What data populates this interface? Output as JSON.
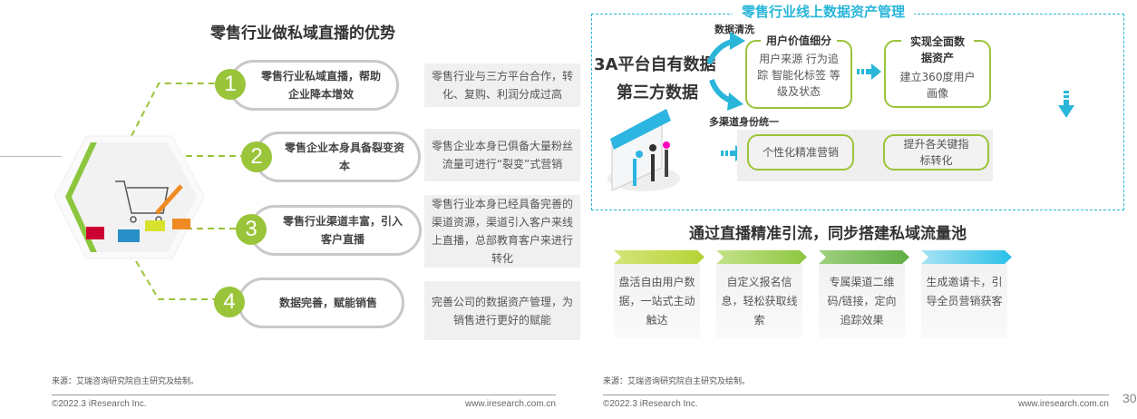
{
  "left": {
    "title": "零售行业做私域直播的优势",
    "items": [
      {
        "num": "1",
        "label": "零售行业私域直播，帮助企业降本增效",
        "desc": "零售行业与三方平台合作，转化、复购、利润分成过高"
      },
      {
        "num": "2",
        "label": "零售企业本身具备裂变资本",
        "desc": "零售企业本身已俱备大量粉丝流量可进行“裂变”式营销"
      },
      {
        "num": "3",
        "label": "零售行业渠道丰富，引入客户直播",
        "desc": "零售行业本身已经具备完善的渠道资源，渠道引入客户来线上直播，总部教育客户来进行转化"
      },
      {
        "num": "4",
        "label": "数据完善，赋能销售",
        "desc": "完善公司的数据资产管理，为销售进行更好的赋能"
      }
    ],
    "source": "来源：艾瑞咨询研究院自主研究及绘制。",
    "copyright": "©2022.3 iResearch Inc.",
    "website": "www.iresearch.com.cn"
  },
  "right": {
    "panel_title": "零售行业线上数据资产管理",
    "data_sources": [
      "3A平台自有数据",
      "第三方数据"
    ],
    "arrow_top_label": "数据清洗",
    "arrow_bottom_label": "多渠道身份统一",
    "box1": {
      "title": "用户价值细分",
      "body": "用户来源 行为追踪 智能化标签 等级及状态"
    },
    "box2": {
      "title": "实现全面数据资产",
      "body": "建立360度用户画像"
    },
    "box3": "个性化精准营销",
    "box4": "提升各关键指标转化",
    "section_title": "通过直播精准引流，同步搭建私域流量池",
    "steps": [
      {
        "text": "盘活自由用户数据，一站式主动触达",
        "color": "#b5d334"
      },
      {
        "text": "自定义报名信息，轻松获取线索",
        "color": "#8cc63f"
      },
      {
        "text": "专属渠道二维码/链接，定向追踪效果",
        "color": "#5fae45"
      },
      {
        "text": "生成邀请卡，引导全员营销获客",
        "color": "#29bfe8"
      }
    ],
    "source": "来源：艾瑞咨询研究院自主研究及绘制。",
    "copyright": "©2022.3 iResearch Inc.",
    "website": "www.iresearch.com.cn",
    "page_number": "30"
  },
  "colors": {
    "green": "#9ac43a",
    "cyan": "#29b6d9"
  }
}
